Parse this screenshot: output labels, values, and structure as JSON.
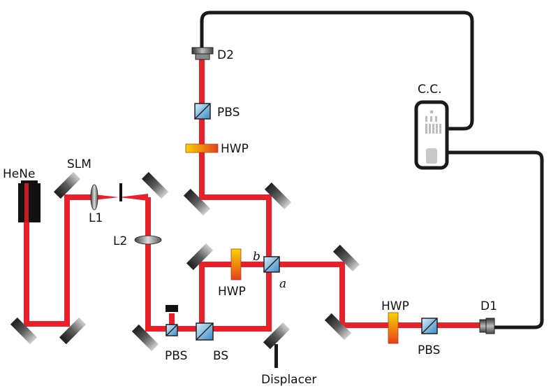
{
  "labels": {
    "hene": "HeNe",
    "slm": "SLM",
    "l1": "L1",
    "l2": "L2",
    "d2": "D2",
    "pbs_top": "PBS",
    "hwp_top": "HWP",
    "cc": "C.C.",
    "hwp_mid": "HWP",
    "port_b": "b",
    "port_a": "a",
    "pbs_left": "PBS",
    "bs": "BS",
    "displacer": "Displacer",
    "hwp_right": "HWP",
    "pbs_right": "PBS",
    "d1": "D1"
  },
  "colors": {
    "beam": "#e8202a",
    "cable": "#1a1a1a",
    "mirror": "#555555",
    "cube": "#5aa8d8",
    "waveplate_top": "#f5c400",
    "waveplate_bottom": "#e84a1a"
  }
}
